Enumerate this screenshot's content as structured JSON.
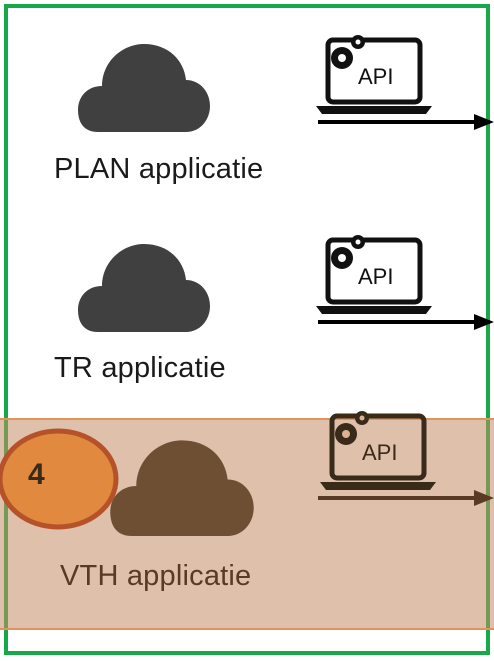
{
  "applications": [
    {
      "label": "PLAN applicatie",
      "api_label": "API"
    },
    {
      "label": "TR applicatie",
      "api_label": "API"
    },
    {
      "label": "VTH applicatie",
      "api_label": "API"
    }
  ],
  "highlight": {
    "badge_number": "4"
  },
  "colors": {
    "frame_border": "#17a84a",
    "cloud": "#404040",
    "cloud_highlight": "#6e4f34",
    "highlight_fill": "#d9b393",
    "badge_fill": "#e0893f",
    "badge_border": "#b5522a"
  },
  "icons": [
    "cloud-icon",
    "api-laptop-icon",
    "gear-icon",
    "arrow-right-icon"
  ]
}
